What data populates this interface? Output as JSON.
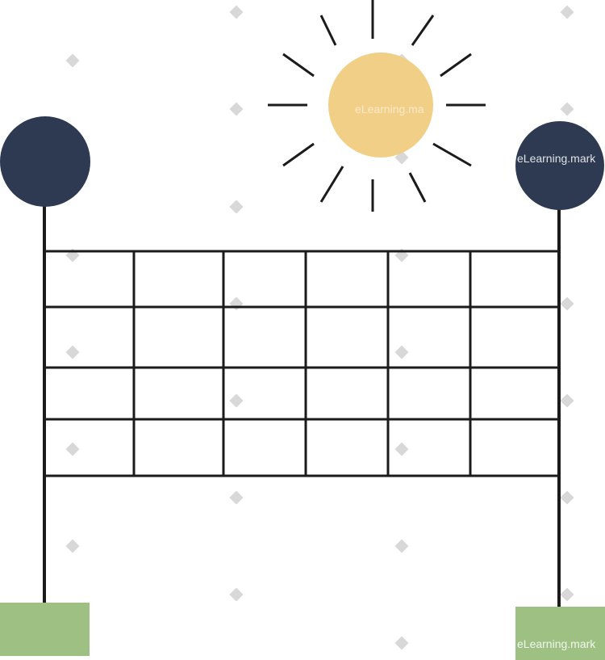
{
  "colors": {
    "background": "#ffffff",
    "sun": "#f2cf86",
    "ray": "#1b1b1b",
    "tree_top": "#2e3a52",
    "trunk": "#1b1b1b",
    "grass": "#9ec183",
    "fence": "#1b1b1b",
    "diamond": "#d8d8d8"
  },
  "scene": {
    "fence": {
      "rows": 4,
      "columns": 6
    }
  },
  "watermarks": {
    "sun": "eLearning.ma",
    "right_tree": "eLearning.mark",
    "bottom_right": "eLearning.mark"
  }
}
